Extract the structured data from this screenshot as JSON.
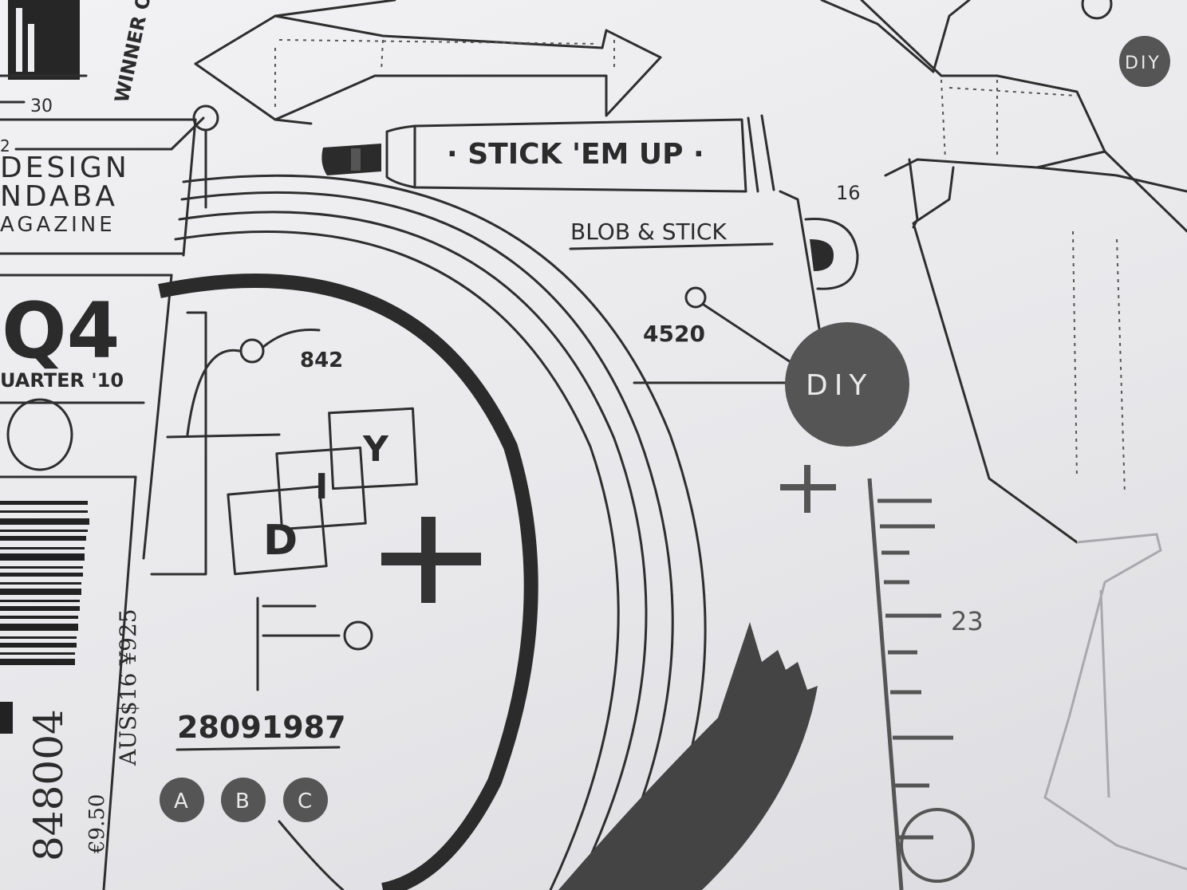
{
  "magazine": {
    "line1": "DESIGN",
    "line2": "NDABA",
    "line3": "AGAZINE",
    "issue": "Q4",
    "quarter": "UARTER '10",
    "side_text": "WINNER O"
  },
  "ruler_top": {
    "label": "30"
  },
  "ruler_top_small": {
    "label": "2"
  },
  "tube": {
    "label": "· STICK 'EM UP ·"
  },
  "blob": {
    "label": "BLOB & STICK",
    "number": "16"
  },
  "numbers": {
    "n4520": "4520",
    "n842": "842",
    "n23": "23",
    "date": "28091987"
  },
  "diy": {
    "big": "DIY",
    "small": "DIY",
    "blocks": [
      "D",
      "I",
      "Y"
    ]
  },
  "circles": [
    "A",
    "B",
    "C"
  ],
  "prices": {
    "line1": "AUS$16 ¥925",
    "line2": "€9.50",
    "barcode_num": "848004"
  },
  "colors": {
    "ink": "#2e2e2e",
    "badge": "#555555",
    "paper": "#eeeef0",
    "silver": "#a9a9ad"
  }
}
